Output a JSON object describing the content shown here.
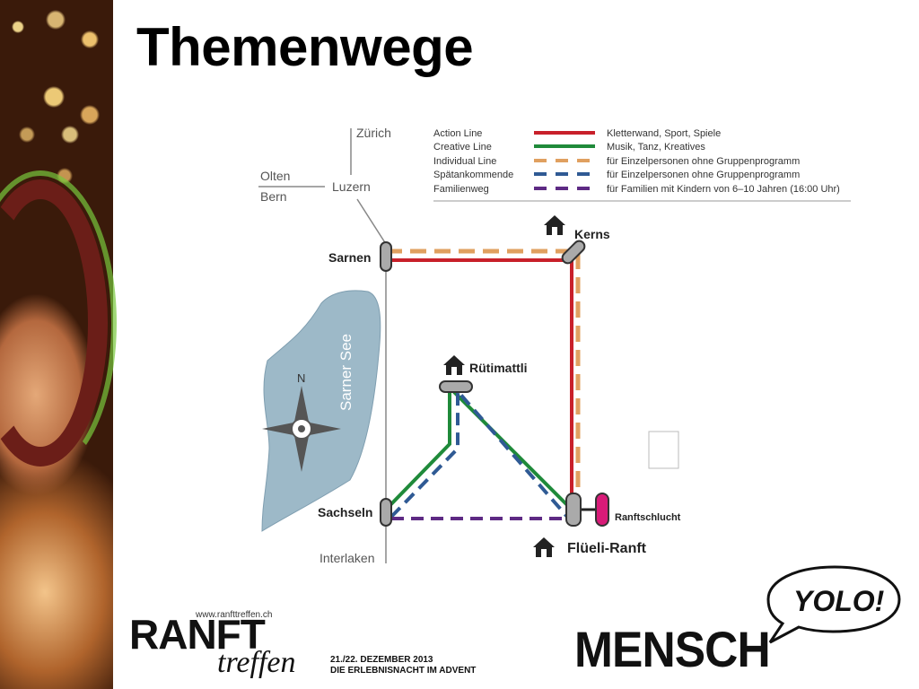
{
  "slide": {
    "title": "Themenwege"
  },
  "map": {
    "places": {
      "zurich": "Zürich",
      "olten": "Olten",
      "bern": "Bern",
      "luzern": "Luzern",
      "sarnen": "Sarnen",
      "kerns": "Kerns",
      "rutimattli": "Rütimattli",
      "sachseln": "Sachseln",
      "interlaken": "Interlaken",
      "flueli": "Flüeli-Ranft",
      "ranftschlucht": "Ranftschlucht"
    },
    "lake_label": "Sarner See",
    "compass_label": "N",
    "legend": [
      {
        "name": "Action Line",
        "desc": "Kletterwand, Sport, Spiele",
        "color": "#c8202a",
        "style": "solid"
      },
      {
        "name": "Creative Line",
        "desc": "Musik, Tanz, Kreatives",
        "color": "#1f8a3a",
        "style": "solid"
      },
      {
        "name": "Individual Line",
        "desc": "für Einzelpersonen ohne Gruppenprogramm",
        "color": "#e0a060",
        "style": "dashed"
      },
      {
        "name": "Spätankommende",
        "desc": "für Einzelpersonen ohne Gruppenprogramm",
        "color": "#2f5a94",
        "style": "dashed"
      },
      {
        "name": "Familienweg",
        "desc": "für Familien mit Kindern von 6–10 Jahren (16:00 Uhr)",
        "color": "#5e2a84",
        "style": "dashed"
      }
    ]
  },
  "branding": {
    "url": "www.ranfttreffen.ch",
    "logo_top": "RANFT",
    "logo_bottom": "treffen",
    "date_line1": "21./22. DEZEMBER 2013",
    "date_line2": "DIE ERLEBNISNACHT IM ADVENT",
    "mensch": "MENSCH",
    "speech": "YOLO!"
  }
}
